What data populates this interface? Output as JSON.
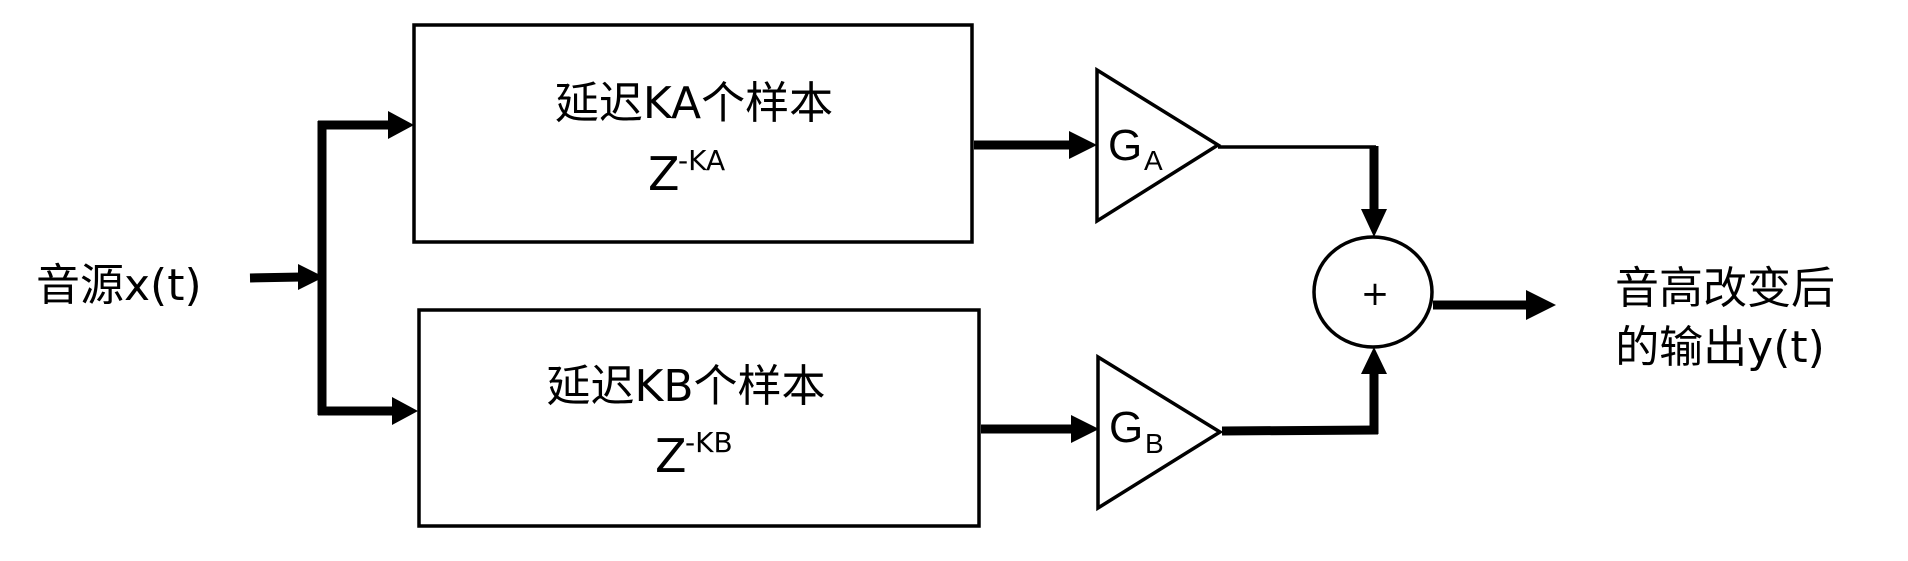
{
  "diagram": {
    "input_label": "音源x(t)",
    "output_label_line1": "音高改变后",
    "output_label_line2": "的输出y(t)",
    "delay_a": {
      "title": "延迟KA个样本",
      "z_base": "Z",
      "z_exponent": "-KA"
    },
    "delay_b": {
      "title": "延迟KB个样本",
      "z_base": "Z",
      "z_exponent": "-KB"
    },
    "gain_a": {
      "symbol": "G",
      "subscript": "A"
    },
    "gain_b": {
      "symbol": "G",
      "subscript": "B"
    },
    "summer": {
      "symbol": "+"
    },
    "line_color": "#000000",
    "background_color": "#ffffff"
  }
}
